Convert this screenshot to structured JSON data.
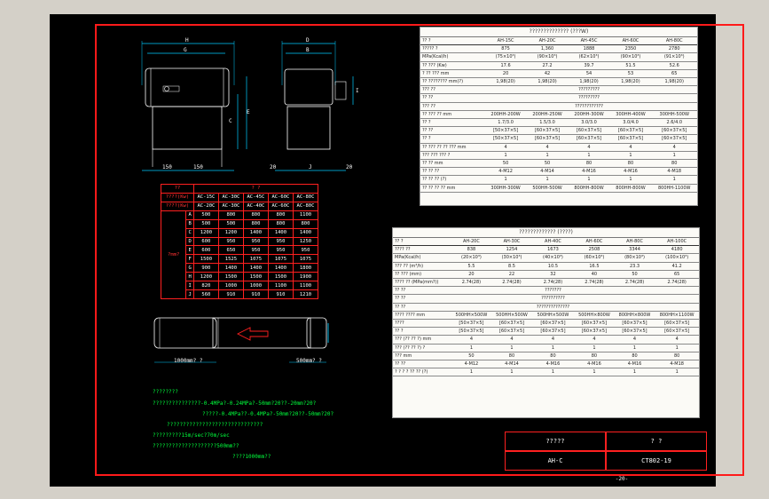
{
  "front_view": {
    "dim_top": "H",
    "dim_inner": "G",
    "dim_left": "C",
    "dim_right": "E",
    "dim_bottom_left": "150",
    "dim_bottom_mid": "150"
  },
  "side_view": {
    "dim_top": "D",
    "dim_inner": "B",
    "dim_right": "I",
    "dim_bottom_left": "20",
    "dim_bottom_mid": "J",
    "dim_bottom_right": "20"
  },
  "dim_table": {
    "header": [
      "??",
      "? ?"
    ],
    "models1": [
      "AC-15C",
      "AC-30C",
      "AC-45C",
      "AC-60C",
      "AC-80C"
    ],
    "models2": [
      "AC-20C",
      "AC-30C",
      "AC-40C",
      "AC-60C",
      "AC-80C"
    ],
    "label1": "????(Kw)",
    "label2": "????(Kw)",
    "unit": "?mm?",
    "rows": [
      {
        "k": "A",
        "v": [
          "500",
          "800",
          "800",
          "800",
          "1100"
        ]
      },
      {
        "k": "B",
        "v": [
          "500",
          "500",
          "800",
          "800",
          "800"
        ]
      },
      {
        "k": "C",
        "v": [
          "1200",
          "1200",
          "1400",
          "1400",
          "1400"
        ]
      },
      {
        "k": "D",
        "v": [
          "600",
          "950",
          "950",
          "950",
          "1250"
        ]
      },
      {
        "k": "E",
        "v": [
          "600",
          "650",
          "950",
          "950",
          "950"
        ]
      },
      {
        "k": "F",
        "v": [
          "1500",
          "1525",
          "1075",
          "1075",
          "1075"
        ]
      },
      {
        "k": "G",
        "v": [
          "900",
          "1400",
          "1400",
          "1400",
          "1800"
        ]
      },
      {
        "k": "H",
        "v": [
          "1200",
          "1500",
          "1500",
          "1500",
          "1900"
        ]
      },
      {
        "k": "I",
        "v": [
          "820",
          "1000",
          "1000",
          "1100",
          "1100"
        ]
      },
      {
        "k": "J",
        "v": [
          "560",
          "910",
          "910",
          "910",
          "1210"
        ]
      }
    ]
  },
  "duct": {
    "dim_left": "1000mm? ?",
    "dim_right": "500mm? ?"
  },
  "notes": {
    "line1": "????????",
    "line2": "???????????????-0.4MPa?-0.24MPa?-50mm?20??-20mm?20?",
    "line3": "?????-0.4MPa??-0.4MPa?-50mm?20??-50mm?20?",
    "line4": "??????????????????????????????",
    "line5": "?????????15m/sec?70m/sec",
    "line6": "????????????????????500mm??",
    "line7": "????1000mm??"
  },
  "panel1": {
    "title": "?????????????? (???W)",
    "rows": [
      [
        "?? ?",
        "AH-15C",
        "AH-20C",
        "AH-45C",
        "AH-60C",
        "AH-80C"
      ],
      [
        "????? ?",
        "875",
        "1,360",
        "1888",
        "2350",
        "2780"
      ],
      [
        "MPa(Kcal/h)",
        "(75×10³)",
        "(90×10³)",
        "(62×10³)",
        "(90×10³)",
        "(91×10³)"
      ],
      [
        "?? ??? (Kw)",
        "17.6",
        "27.2",
        "39.7",
        "51.5",
        "52.6"
      ],
      [
        "? ?? ??? mm",
        "20",
        "42",
        "54",
        "53",
        "65"
      ],
      [
        "?? ???????? mm(?)",
        "1,98(20)",
        "1,98(20)",
        "1,98(20)",
        "1,98(20)",
        "1,98(20)"
      ],
      [
        "??? ??",
        "",
        "",
        "?????????",
        "",
        ""
      ],
      [
        "?? ??",
        "",
        "",
        "?????????",
        "",
        ""
      ],
      [
        "??? ??",
        "",
        "",
        "????????????",
        "",
        ""
      ],
      [
        "?? ??? ?? mm",
        "200HH-200W",
        "200HH-250W",
        "200HH-300W",
        "300HH-400W",
        "300HH-500W"
      ],
      [
        "?? ?",
        "1.7/3.0",
        "1.5/3.0",
        "3.0/3.0",
        "3.0/4.0",
        "2.6/4.0"
      ],
      [
        "?? ??",
        "[50×37×5]",
        "[60×37×5]",
        "[60×37×5]",
        "[60×37×5]",
        "[60×37×5]"
      ],
      [
        "?? ?",
        "[50×37×5]",
        "[60×37×5]",
        "[60×37×5]",
        "[60×37×5]",
        "[60×37×5]"
      ],
      [
        "?? ??? ?? ?? ??? mm",
        "4",
        "4",
        "4",
        "4",
        "4"
      ],
      [
        "??? ??? ??? ?",
        "1",
        "1",
        "1",
        "1",
        "1"
      ],
      [
        "?? ?? mm",
        "50",
        "50",
        "80",
        "80",
        "80"
      ],
      [
        "?? ?? ??",
        "4-M12",
        "4-M14",
        "4-M16",
        "4-M16",
        "4-M18"
      ],
      [
        "?? ?? ?? (?)",
        "1",
        "1",
        "1",
        "1",
        "1"
      ],
      [
        "?? ?? ?? ?? mm",
        "300HH-300W",
        "500HH-500W",
        "800HH-800W",
        "800HH-800W",
        "800HH-1100W"
      ]
    ]
  },
  "panel2": {
    "title": "????????????? (????)",
    "rows": [
      [
        "?? ?",
        "AH-20C",
        "AH-30C",
        "AH-40C",
        "AH-60C",
        "AH-80C",
        "AH-100C"
      ],
      [
        "???? ??",
        "838",
        "1254",
        "1673",
        "2508",
        "3344",
        "4180"
      ],
      [
        "MPa(Kcal/h)",
        "(20×10³)",
        "(30×10³)",
        "(40×10³)",
        "(60×10³)",
        "(80×10³)",
        "(100×10³)"
      ],
      [
        "??? ?? (m³/h)",
        "5.5",
        "8.5",
        "10.5",
        "16.5",
        "23.3",
        "41.2"
      ],
      [
        "?? ??? (mm)",
        "20",
        "22",
        "32",
        "40",
        "50",
        "65"
      ],
      [
        "???? ?? (MPa(mm?))",
        "2.74(28)",
        "2.74(28)",
        "2.74(28)",
        "2.74(28)",
        "2.74(28)",
        "2.74(28)"
      ],
      [
        "?? ??",
        "",
        "",
        "???????",
        "",
        "",
        ""
      ],
      [
        "?? ??",
        "",
        "",
        "??????????",
        "",
        "",
        ""
      ],
      [
        "?? ??",
        "",
        "",
        "??????????????",
        "",
        "",
        ""
      ],
      [
        "???? ???? mm",
        "500HH×500W",
        "500HH×500W",
        "500HH×500W",
        "500HH×800W",
        "800HH×800W",
        "800HH×1100W"
      ],
      [
        "????",
        "[50×37×5]",
        "[60×37×5]",
        "[60×37×5]",
        "[60×37×5]",
        "[60×37×5]",
        "[60×37×5]"
      ],
      [
        "?? ?",
        "[50×37×5]",
        "[60×37×5]",
        "[60×37×5]",
        "[60×37×5]",
        "[60×37×5]",
        "[60×37×5]"
      ],
      [
        "??? (?? ?? ?) mm",
        "4",
        "4",
        "4",
        "4",
        "4",
        "4"
      ],
      [
        "??? (?? ?? ?) ?",
        "1",
        "1",
        "1",
        "1",
        "1",
        "1"
      ],
      [
        "??? mm",
        "50",
        "80",
        "80",
        "80",
        "80",
        "80"
      ],
      [
        "?? ??",
        "4-M12",
        "4-M14",
        "4-M16",
        "4-M16",
        "4-M16",
        "4-M18"
      ],
      [
        "? ? ? ? ?? ?? (?)",
        "1",
        "1",
        "1",
        "1",
        "1",
        "1"
      ]
    ]
  },
  "title_block": {
    "tl": "?????",
    "tr": "? ?",
    "bl": "AH-C",
    "br": "CT802-19"
  },
  "page_number": "-20-",
  "colors": {
    "background": "#000000",
    "border": "#ff1a1a",
    "dim_lines": "#00ccff",
    "dim_table": "#ff2020",
    "notes": "#00ff3c"
  }
}
